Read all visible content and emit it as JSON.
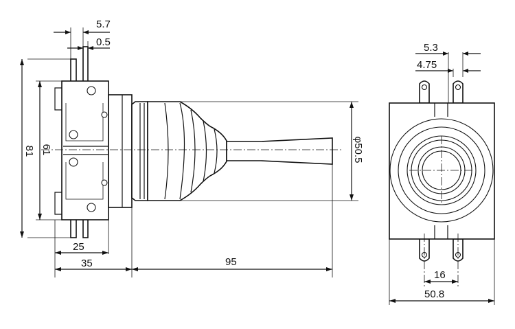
{
  "dimensions": {
    "side_view": {
      "terminal_pitch": "5.7",
      "terminal_thickness": "0.5",
      "overall_height": "81",
      "body_height": "61",
      "switch_depth": "25",
      "body_depth": "35",
      "lever_length": "95",
      "boot_diameter": "φ50.5"
    },
    "front_view": {
      "terminal_offset_a": "5.3",
      "terminal_offset_b": "4.75",
      "hole_spacing": "16",
      "overall_width": "50.8"
    }
  }
}
